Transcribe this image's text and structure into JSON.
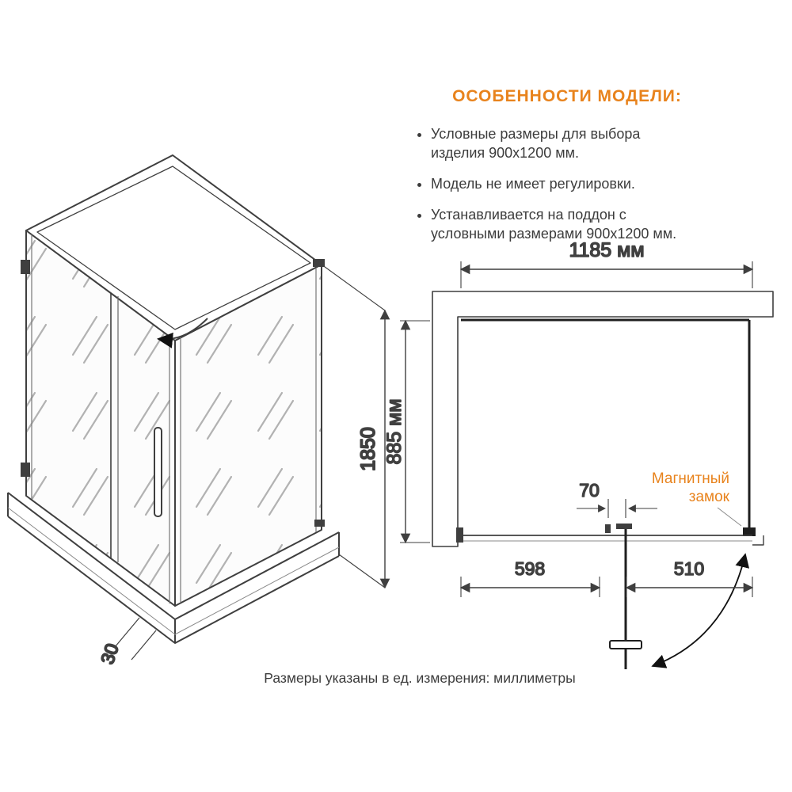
{
  "features": {
    "title": "ОСОБЕННОСТИ МОДЕЛИ:",
    "items": [
      "Условные размеры для выбора изделия 900x1200 мм.",
      "Модель не имеет регулировки.",
      "Устанавливается на поддон с условными размерами 900x1200 мм."
    ]
  },
  "dims": {
    "height": "1850",
    "profile": "30",
    "width": "1185 мм",
    "depth": "885 мм",
    "gap": "70",
    "door": "598",
    "fixed": "510"
  },
  "labels": {
    "magnet_line1": "Магнитный",
    "magnet_line2": "замок",
    "note": "Размеры указаны в ед. измерения: миллиметры"
  },
  "colors": {
    "accent": "#E8831D",
    "line": "#3F3F3F"
  }
}
